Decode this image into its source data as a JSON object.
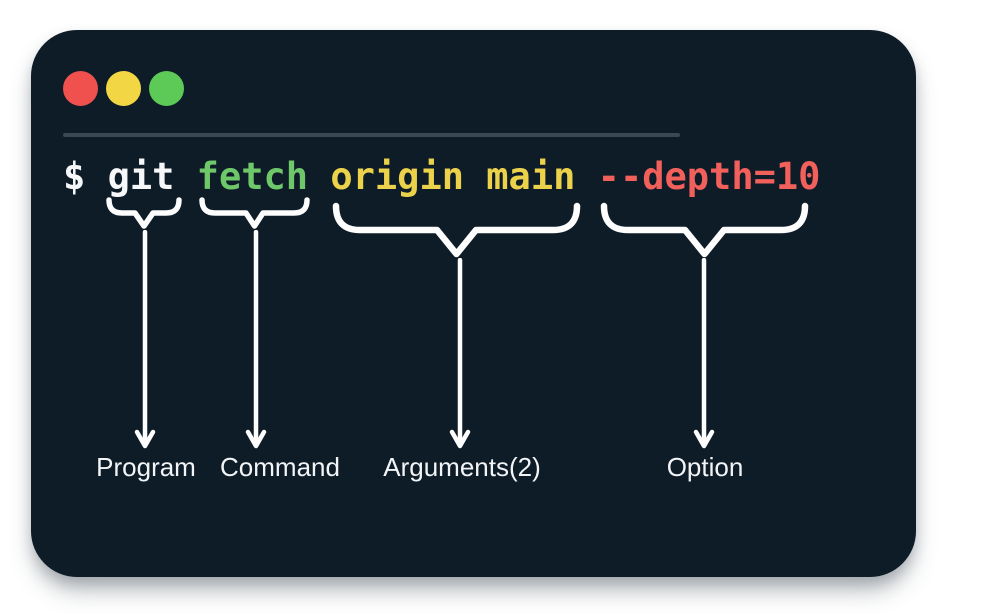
{
  "window": {
    "background_color": "#0e1c28",
    "traffic_lights": [
      {
        "name": "close",
        "color": "#f0504e"
      },
      {
        "name": "minimize",
        "color": "#f3d643"
      },
      {
        "name": "maximize",
        "color": "#5dc957"
      }
    ]
  },
  "command": {
    "full_text": "$ git fetch origin main --depth=10",
    "prompt": "$",
    "segments": [
      {
        "text": "git",
        "color": "#f5f7f9"
      },
      {
        "text": "fetch",
        "color": "#6ec86a"
      },
      {
        "text": "origin main",
        "color": "#ecd14b"
      },
      {
        "text": "--depth=10",
        "color": "#f2605c"
      }
    ]
  },
  "annotations": [
    {
      "label": "Program"
    },
    {
      "label": "Command"
    },
    {
      "label": "Arguments(2)"
    },
    {
      "label": "Option"
    }
  ],
  "colors": {
    "brace_and_arrow": "#fdfdfd",
    "divider": "#3b4854",
    "label_text": "#f2f4f6",
    "page_background": "#ffffff"
  }
}
